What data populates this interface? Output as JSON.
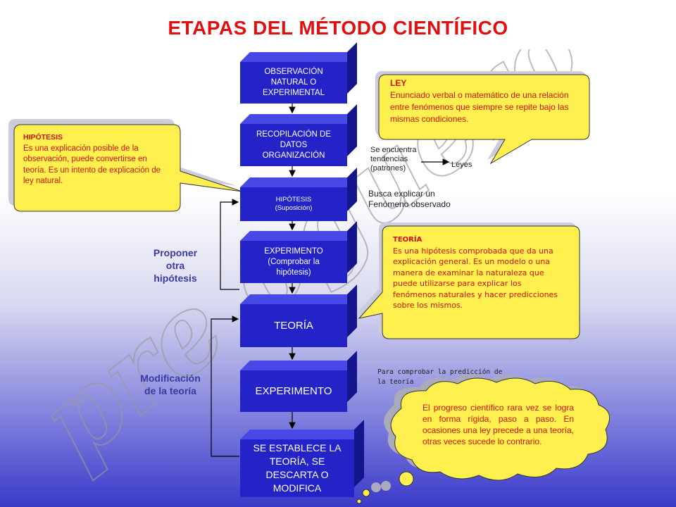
{
  "title": "ETAPAS DEL MÉTODO CIENTÍFICO",
  "watermark": "pre oguero",
  "boxes": [
    {
      "text": "OBSERVACIÓN NATURAL O EXPERIMENTAL"
    },
    {
      "text": "RECOPILACIÓN DE DATOS ORGANIZACIÓN"
    },
    {
      "text": "HIPÓTESIS (Suposición)"
    },
    {
      "text": "EXPERIMENTO (Comprobar la hipótesis)"
    },
    {
      "text": "TEORÍA"
    },
    {
      "text": "EXPERIMENTO"
    },
    {
      "text": "SE ESTABLECE LA TEORÍA, SE DESCARTA O MODIFICA"
    }
  ],
  "callouts": {
    "hipotesis": {
      "heading": "HIPÓTESIS",
      "body": "Es una explicación posible de la observación, puede convertirse en teoría. Es un intento de explicación de ley natural."
    },
    "ley": {
      "heading": "LEY",
      "body": "Enunciado verbal o matemático de una relación entre fenómenos que siempre se repite bajo las mismas condiciones."
    },
    "teoria": {
      "heading": "TEORÍA",
      "body": "Es una hipótesis comprobada que da una explicación general. Es un modelo o una manera de examinar la naturaleza que puede utilizarse para explicar los fenómenos naturales y hacer predicciones sobre los mismos."
    },
    "progreso": {
      "body": "El progreso científico rara vez se logra en forma rígida, paso a paso. En ocasiones una ley precede a una teoría, otras veces sucede lo contrario."
    }
  },
  "labels": {
    "tendencias": "Se encuentra tendencias (patrones)",
    "leyes": "Leyes",
    "busca": "Busca explicar un Fenómeno observado",
    "para_comprobar": "Para comprobar la predicción de la teoría",
    "proponer": "Proponer otra hipótesis",
    "modificacion": "Modificación de la teoría"
  },
  "colors": {
    "title": "#e01010",
    "box": "#2323c8",
    "callout_fill": "#fff050",
    "callout_text": "#d01010",
    "side_label": "#3a3aa0"
  }
}
